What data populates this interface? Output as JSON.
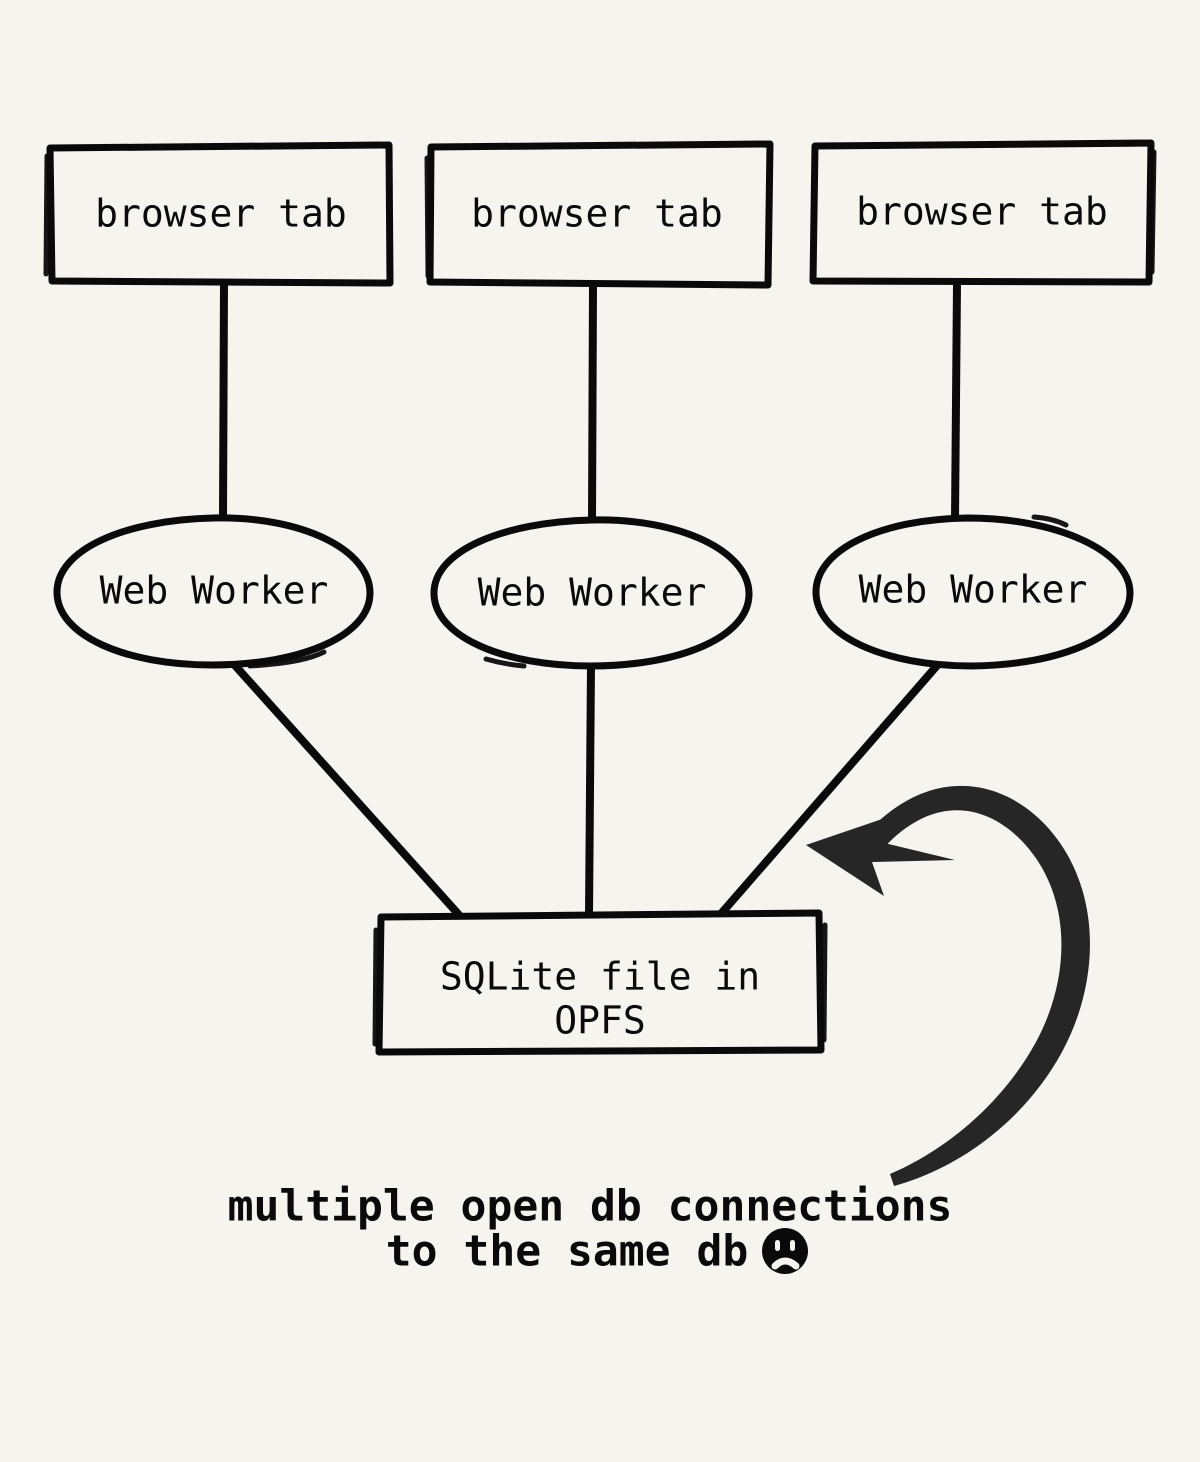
{
  "diagram": {
    "title": "Multiple browser tabs with Web Workers opening the same SQLite file in OPFS",
    "background_color": "#F5F4EF",
    "ink_color": "#0A0A0A",
    "arrow_color": "#262626",
    "tabs": [
      {
        "label": "browser tab"
      },
      {
        "label": "browser tab"
      },
      {
        "label": "browser tab"
      }
    ],
    "workers": [
      {
        "label": "Web Worker"
      },
      {
        "label": "Web Worker"
      },
      {
        "label": "Web Worker"
      }
    ],
    "storage": {
      "line1": "SQLite file in",
      "line2": "OPFS"
    },
    "caption": {
      "line1": "multiple open db connections",
      "line2": "to the same db",
      "emoji_name": "frowning-face"
    }
  }
}
